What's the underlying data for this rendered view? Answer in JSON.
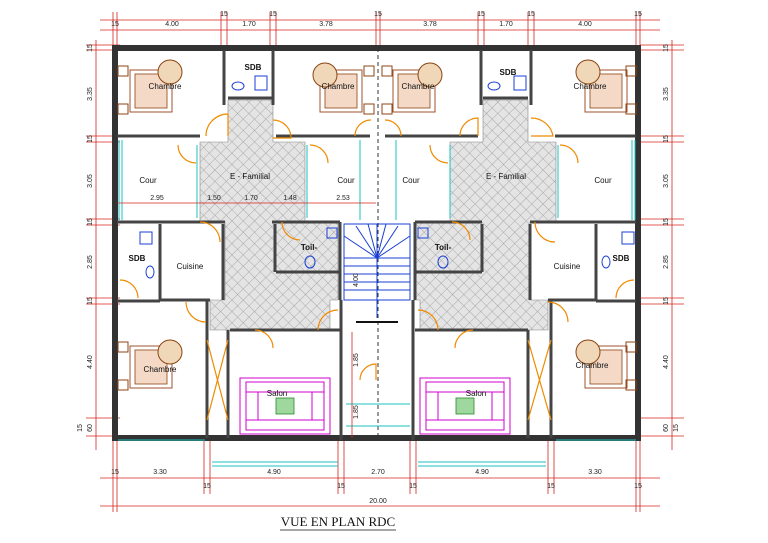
{
  "title": "VUE EN PLAN RDC",
  "top_dims": [
    "15",
    "4.00",
    "15",
    "1.70",
    "15",
    "3.78",
    "15",
    "3.78",
    "15",
    "1.70",
    "15",
    "4.00",
    "15"
  ],
  "mid_dims": [
    "2.95",
    "1.50",
    "1.70",
    "1.48",
    "2.53"
  ],
  "bottom_dims": [
    "15",
    "3.30",
    "15",
    "4.90",
    "15",
    "2.70",
    "15",
    "4.90",
    "15",
    "3.30",
    "15"
  ],
  "total_dim": "20.00",
  "left_dims": [
    "15",
    "3.35",
    "15",
    "3.05",
    "15",
    "2.85",
    "15",
    "4.40",
    "60",
    "15"
  ],
  "right_dims": [
    "15",
    "3.35",
    "15",
    "3.05",
    "15",
    "2.85",
    "15",
    "4.40",
    "60",
    "15"
  ],
  "stair_dims": [
    "4.00",
    "1.85",
    "1.85"
  ],
  "rooms": {
    "chambre": "Chambre",
    "sdb": "SDB",
    "cour": "Cour",
    "e_familial": "E - Familial",
    "cuisine": "Cuisine",
    "toil": "Toil-",
    "salon": "Salon"
  }
}
